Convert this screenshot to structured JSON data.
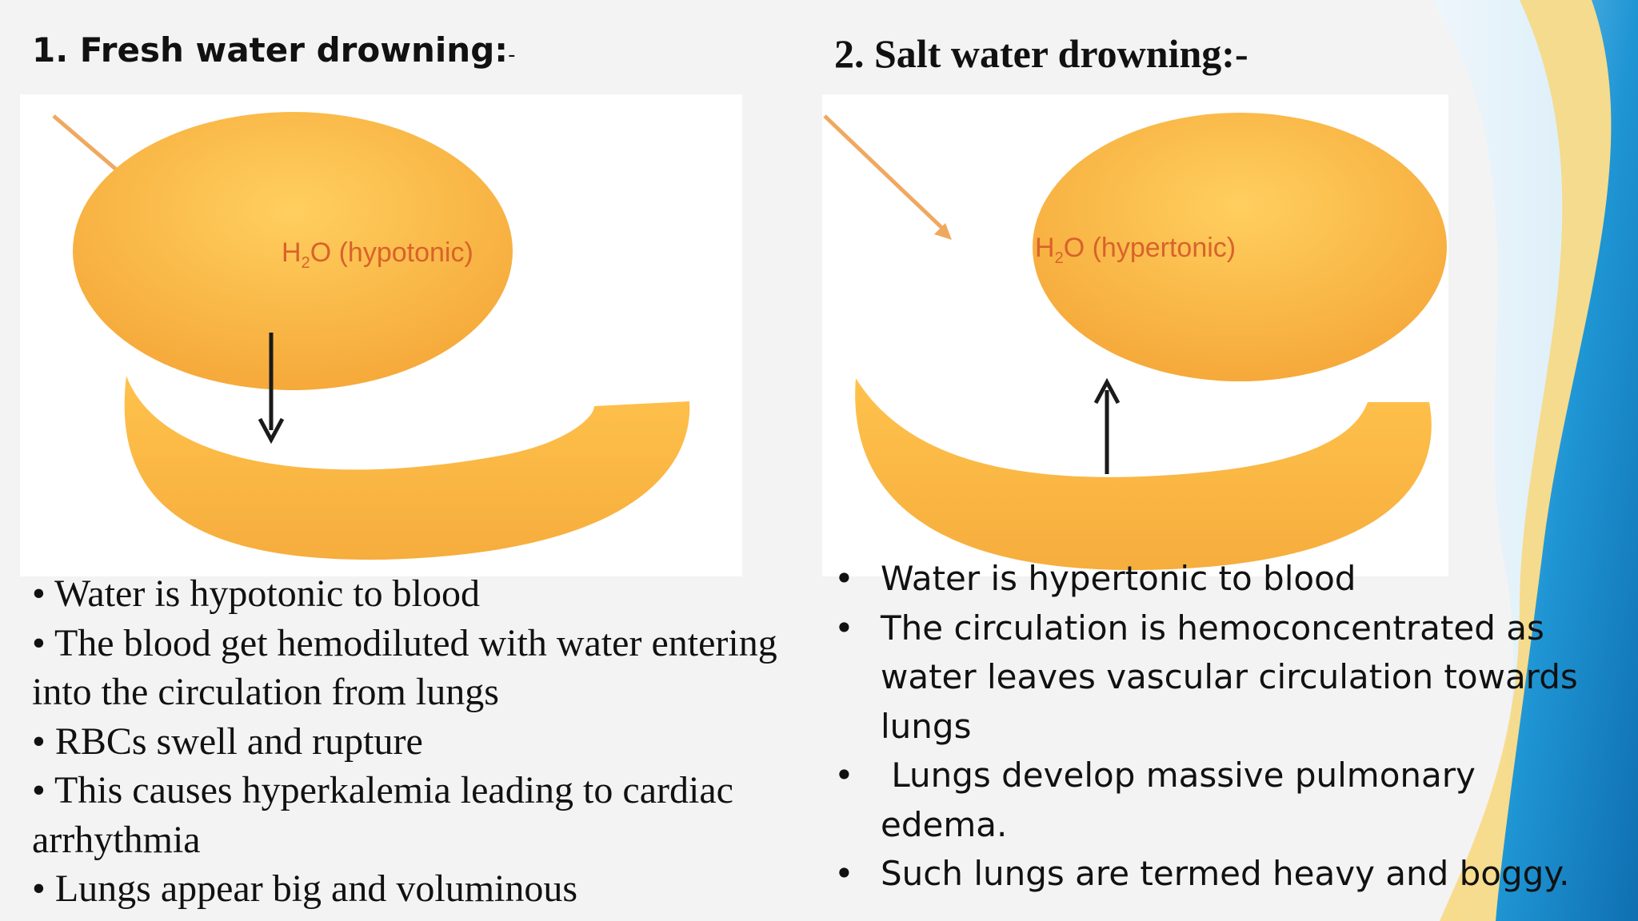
{
  "left": {
    "title": "1. Fresh water drowning:",
    "title_suffix": "-",
    "diagram_label": "(hypotonic)",
    "bullet": "•",
    "points": [
      "Water is hypotonic to blood",
      "The blood get hemodiluted with water entering into the circulation from lungs",
      "RBCs swell and rupture",
      "This causes hyperkalemia leading to cardiac arrhythmia",
      "Lungs appear big and voluminous"
    ]
  },
  "right": {
    "title": "2. Salt water drowning:-",
    "diagram_label": "(hypertonic)",
    "bullet": "•",
    "points": [
      "Water is hypertonic to blood",
      "The circulation is hemoconcentrated as water leaves vascular circulation towards lungs",
      " Lungs develop massive pulmonary edema.",
      "Such lungs are termed heavy and boggy."
    ]
  },
  "formula": {
    "h": "H",
    "sub": "2",
    "o": "O"
  },
  "colors": {
    "shape_light": "#ffc54e",
    "shape_dark": "#f2a533",
    "label": "#d9622b",
    "arrow": "#1a1a1a",
    "pointer": "#f0a860",
    "wave_blue": "#1d8fd0",
    "wave_yellow": "#f8d77a"
  },
  "icons": {
    "pointer_arrow": "arrow-diagonal-icon",
    "flow_down": "arrow-down-icon",
    "flow_up": "arrow-up-icon"
  }
}
